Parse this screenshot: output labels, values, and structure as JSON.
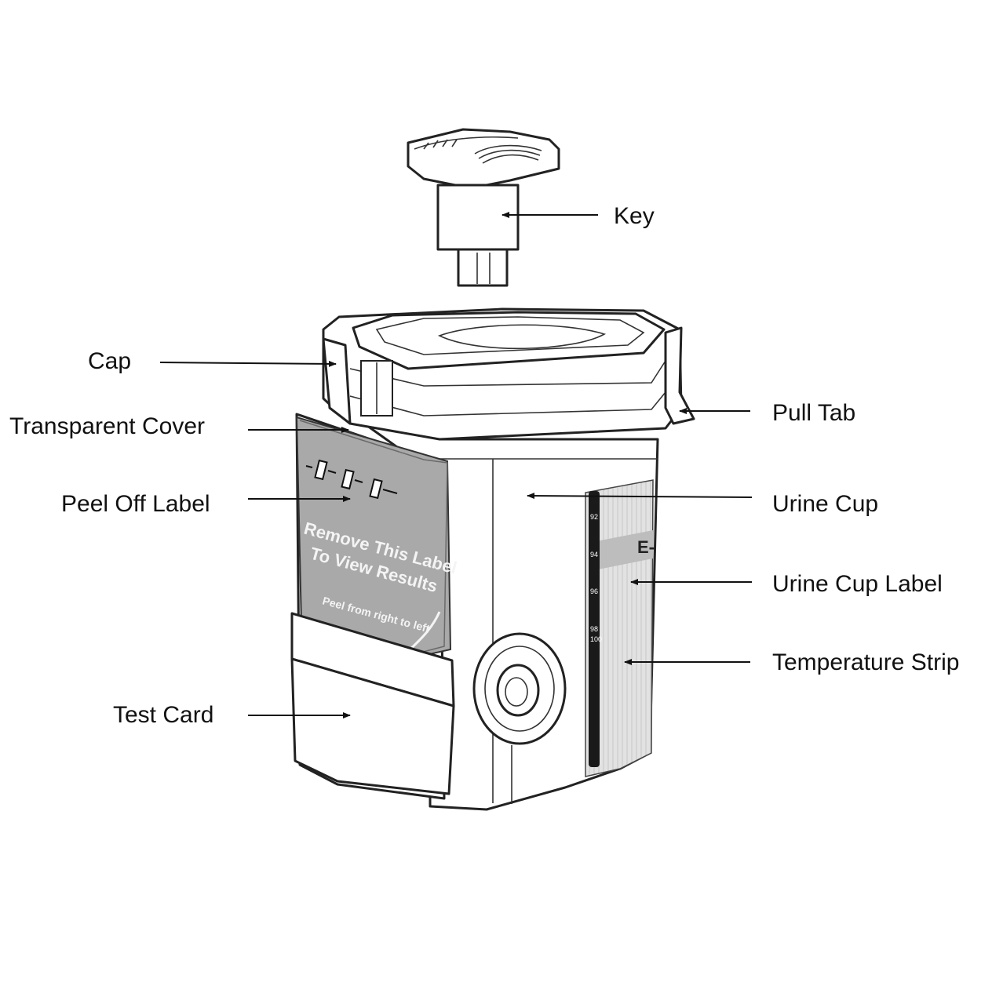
{
  "callouts": {
    "key": "Key",
    "cap": "Cap",
    "transparent_cover": "Transparent Cover",
    "peel_off_label": "Peel Off Label",
    "test_card": "Test Card",
    "pull_tab": "Pull Tab",
    "urine_cup": "Urine Cup",
    "urine_cup_label": "Urine Cup Label",
    "temperature_strip": "Temperature Strip"
  },
  "peel_label": {
    "line1": "Remove This Label",
    "line2": "To View Results",
    "line3": "Peel from right to left"
  },
  "colors": {
    "label_gray": "#a9a9a9",
    "line": "#222222",
    "background": "#ffffff"
  }
}
